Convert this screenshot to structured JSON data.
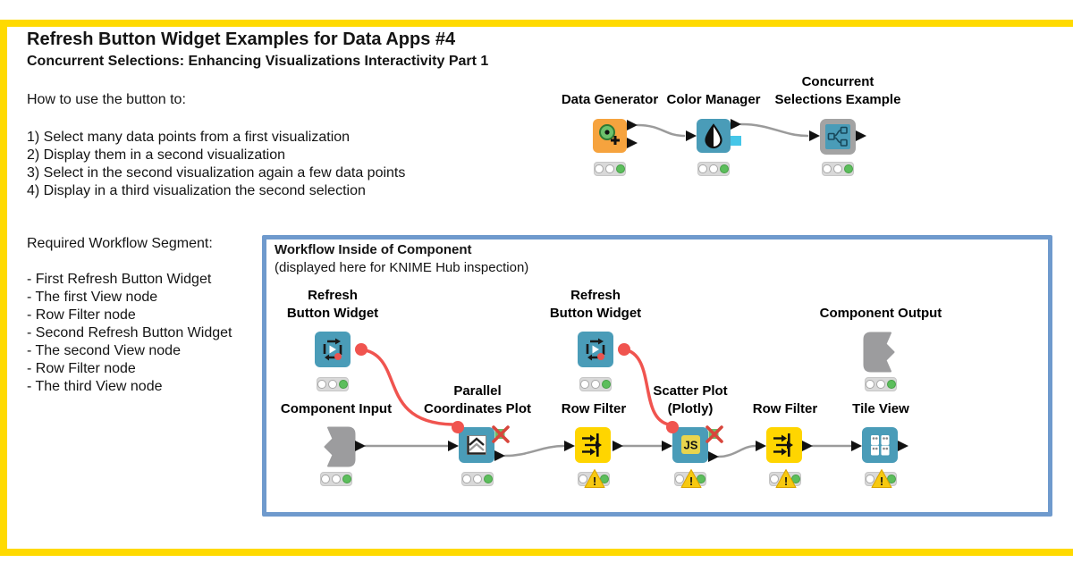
{
  "header": {
    "title": "Refresh Button Widget Examples for Data Apps #4",
    "subtitle": "Concurrent Selections: Enhancing Visualizations Interactivity Part 1"
  },
  "instructions": {
    "heading": "How to use the button to:",
    "steps": [
      "1) Select many data points from a first visualization",
      "2) Display them in a second visualization",
      "3) Select in the second visualization again a few data points",
      "4) Display in a third visualization the second selection"
    ]
  },
  "requirements": {
    "heading": "Required Workflow Segment:",
    "items": [
      "- First Refresh Button Widget",
      "- The first View node",
      "- Row Filter node",
      "- Second Refresh Button Widget",
      "- The second View node",
      "- Row Filter node",
      "- The third View node"
    ]
  },
  "outer_workflow": {
    "data_generator": {
      "label": "Data Generator"
    },
    "color_manager": {
      "label": "Color Manager"
    },
    "component": {
      "label_line1": "Concurrent",
      "label_line2": "Selections Example"
    }
  },
  "component_box": {
    "title": "Workflow Inside of Component",
    "subtitle": "(displayed here for KNIME Hub inspection)",
    "nodes": {
      "refresh_button_1": {
        "label_line1": "Refresh",
        "label_line2": "Button Widget"
      },
      "refresh_button_2": {
        "label_line1": "Refresh",
        "label_line2": "Button Widget"
      },
      "component_input": {
        "label": "Component Input"
      },
      "parallel_coordinates": {
        "label_line1": "Parallel",
        "label_line2": "Coordinates Plot"
      },
      "row_filter_1": {
        "label": "Row Filter"
      },
      "scatter_plot": {
        "label_line1": "Scatter Plot",
        "label_line2": "(Plotly)"
      },
      "row_filter_2": {
        "label": "Row Filter"
      },
      "tile_view": {
        "label": "Tile View"
      },
      "component_output": {
        "label": "Component Output"
      }
    }
  },
  "icons": {
    "js_badge": "JS",
    "warning_mark": "!"
  },
  "colors": {
    "frame_yellow": "#FFDA00",
    "component_box_border": "#6F9ACD",
    "node_blue": "#4A9CB8",
    "node_yellow": "#FFD500",
    "node_orange": "#F6A33E",
    "component_gray": "#A3A3A3",
    "wire_gray": "#9B9B9B",
    "flow_variable_red": "#F0544F",
    "status_green": "#5CBE5C",
    "warning_yellow": "#F7C910",
    "model_port_cyan": "#45C6E8"
  }
}
